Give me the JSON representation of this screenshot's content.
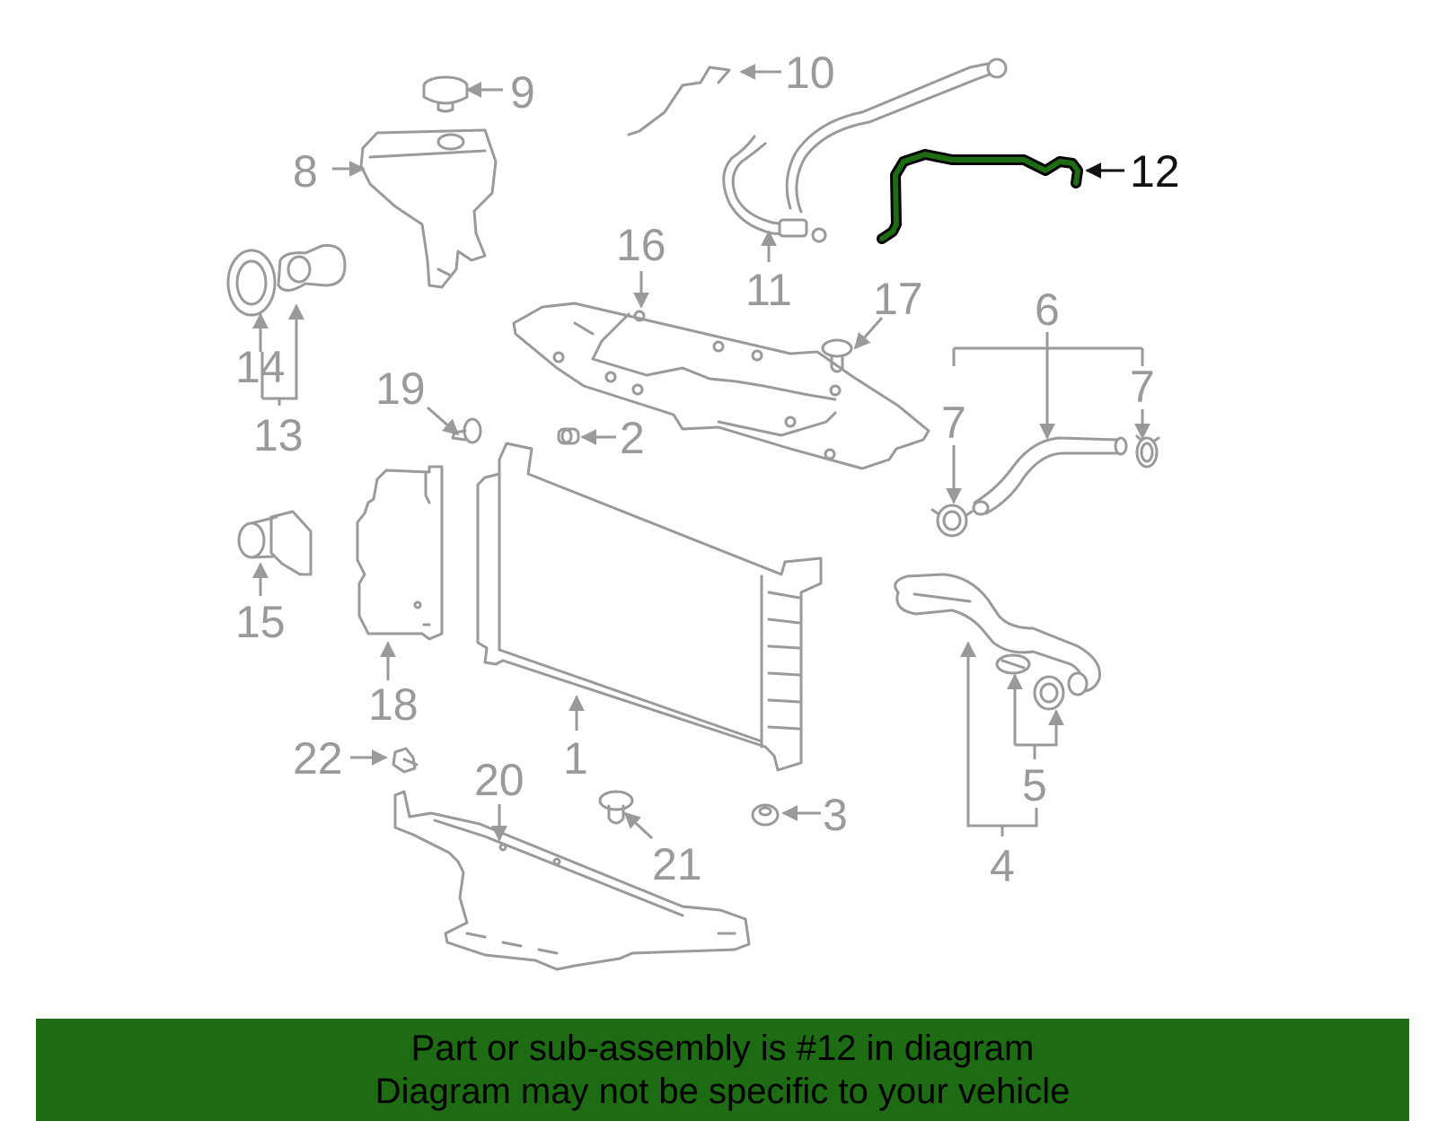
{
  "diagram": {
    "part_labels": [
      "1",
      "2",
      "3",
      "4",
      "5",
      "6",
      "7",
      "7",
      "8",
      "9",
      "10",
      "11",
      "12",
      "13",
      "14",
      "15",
      "16",
      "17",
      "18",
      "19",
      "20",
      "21",
      "22"
    ],
    "highlighted_part": "12",
    "colors": {
      "line": "#9a9a9a",
      "highlight_fill": "#1d6b12",
      "highlight_outline": "#000000",
      "footer_bg": "#1d6b12",
      "footer_text": "#000000"
    }
  },
  "footer": {
    "line1": "Part or sub-assembly is #12 in diagram",
    "line2": "Diagram may not be specific to your vehicle"
  }
}
